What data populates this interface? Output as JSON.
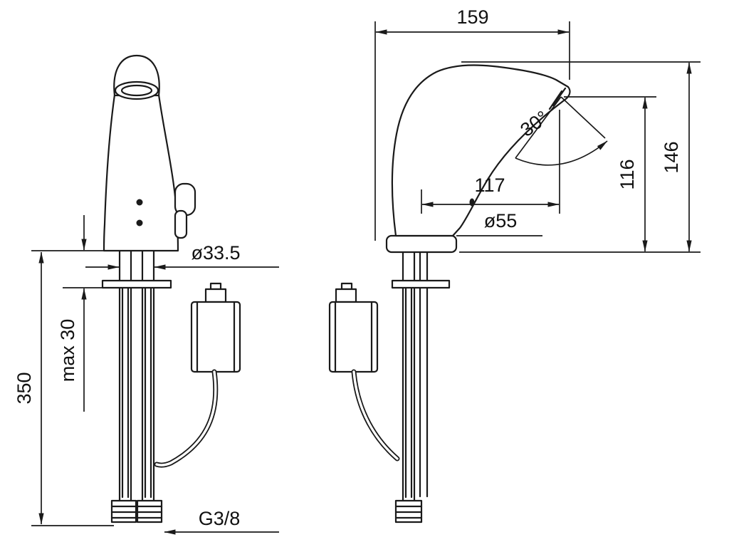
{
  "drawing": {
    "colors": {
      "line": "#1a1a1a",
      "background": "#ffffff"
    },
    "front_view": {
      "labels": {
        "hole_diameter": "ø33.5",
        "max_deck_thickness": "max 30",
        "supply_length": "350",
        "thread_size": "G3/8"
      }
    },
    "side_view": {
      "labels": {
        "total_reach": "159",
        "total_height": "146",
        "outlet_height": "116",
        "outlet_angle": "30°",
        "spout_reach": "117",
        "base_diameter": "ø55"
      }
    }
  }
}
